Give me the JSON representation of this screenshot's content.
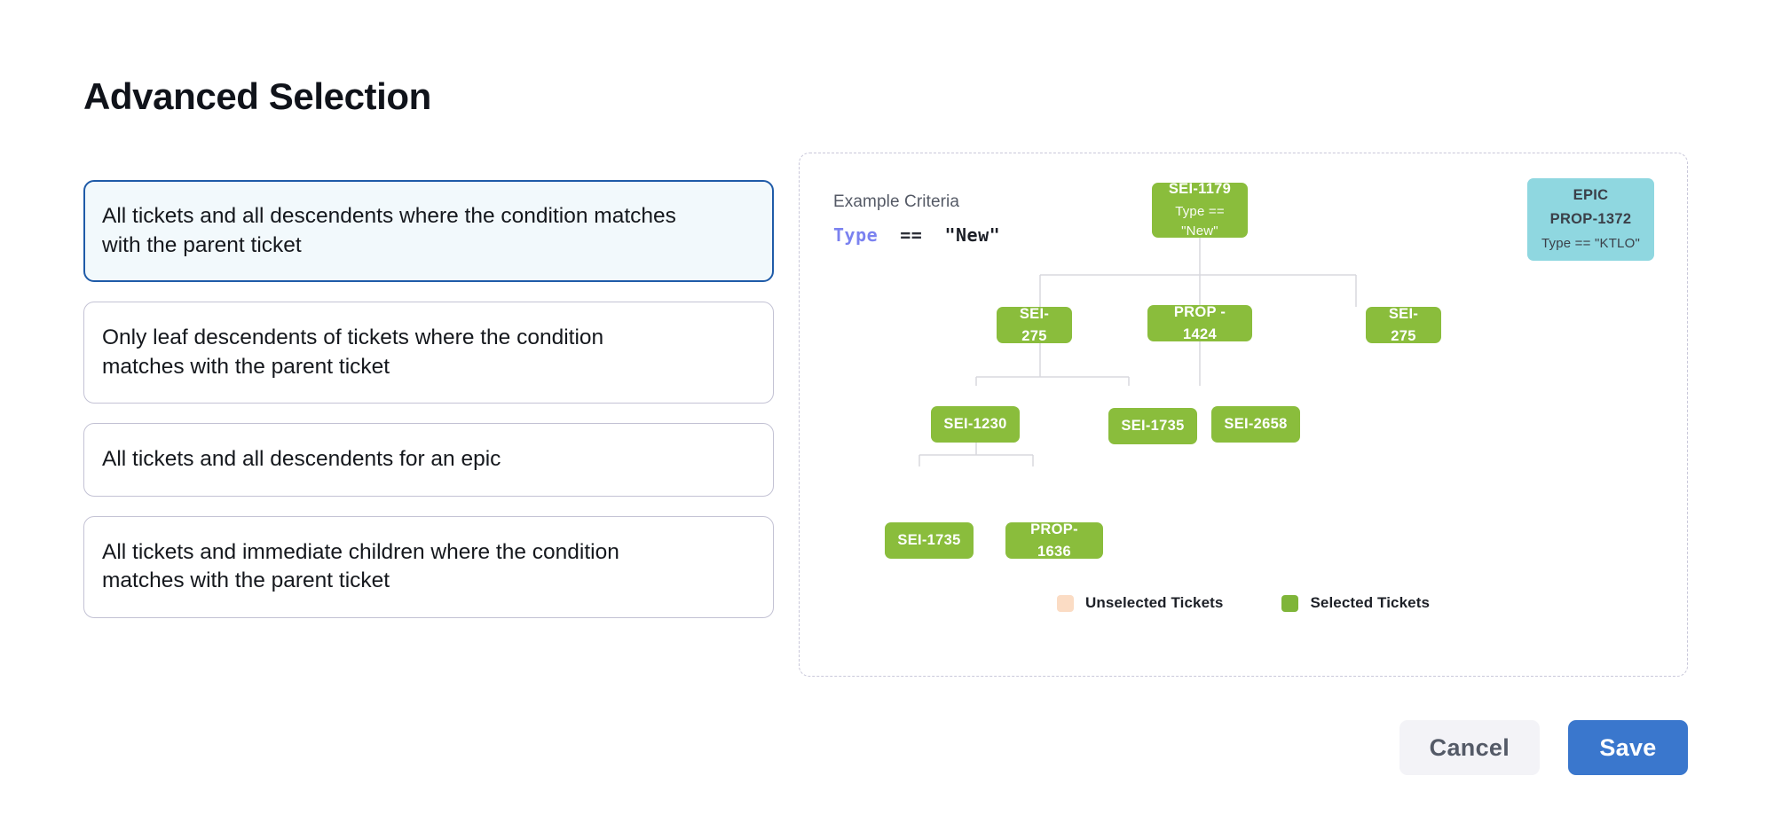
{
  "page": {
    "title": "Advanced Selection"
  },
  "options": [
    {
      "label": "All tickets and all descendents where the condition matches with the parent ticket",
      "selected": true
    },
    {
      "label": "Only leaf descendents of tickets where the condition matches with the parent ticket",
      "selected": false
    },
    {
      "label": "All tickets and all descendents for an epic",
      "selected": false
    },
    {
      "label": "All tickets and immediate children where the condition matches with the parent ticket",
      "selected": false
    }
  ],
  "diagram": {
    "criteria_label": "Example Criteria",
    "criteria_expression": {
      "keyword": "Type",
      "operator": "==",
      "value": "\"New\""
    },
    "nodes": {
      "root": {
        "id": "SEI-1179",
        "sub": "Type == \"New\""
      },
      "epic": {
        "kind": "EPIC",
        "id": "PROP-1372",
        "sub": "Type == \"KTLO\""
      },
      "row2_left": {
        "id": "SEI-275"
      },
      "row2_mid": {
        "id": "PROP - 1424"
      },
      "row2_right": {
        "id": "SEI-275"
      },
      "row3_left": {
        "id": "SEI-1230"
      },
      "row3_mid": {
        "id": "SEI-1735"
      },
      "row3_right": {
        "id": "SEI-2658"
      },
      "row4_left": {
        "id": "SEI-1735"
      },
      "row4_right": {
        "id": "PROP-1636"
      }
    },
    "legend": [
      {
        "label": "Unselected Tickets",
        "color": "#FBDCC4"
      },
      {
        "label": "Selected Tickets",
        "color": "#7FB539"
      }
    ]
  },
  "footer": {
    "cancel_label": "Cancel",
    "save_label": "Save"
  },
  "colors": {
    "selected_node": "#8ABD3C",
    "epic_node": "#8FD7E0",
    "unselected_swatch": "#FBDCC4",
    "primary_button": "#3a77cd",
    "selected_card_border": "#1f5ba8",
    "selected_card_bg": "#f2f9fc",
    "keyword": "#7b82f0"
  }
}
